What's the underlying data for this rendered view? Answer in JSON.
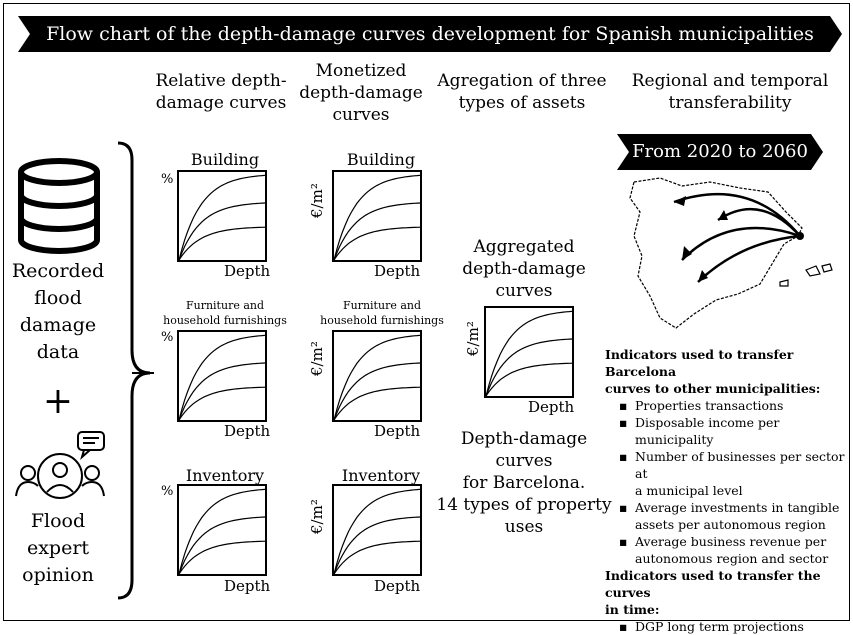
{
  "title": "Flow chart of the depth-damage curves development for Spanish municipalities",
  "columns": {
    "relative": "Relative depth-\ndamage curves",
    "monetized": "Monetized\ndepth-damage\ncurves",
    "aggregation": "Agregation of three\ntypes of assets",
    "regional": "Regional and temporal\ntransferability"
  },
  "inputs": {
    "recorded": "Recorded\nflood\ndamage\ndata",
    "plus": "+",
    "expert": "Flood\nexpert\nopinion"
  },
  "panels": {
    "building": "Building",
    "furniture": "Furniture and\nhousehold furnishings",
    "inventory": "Inventory",
    "percent": "%",
    "euro_m2": "€/m²",
    "depth": "Depth"
  },
  "aggregated": {
    "label": "Aggregated\ndepth-damage\ncurves",
    "caption": "Depth-damage curves\nfor Barcelona.\n14 types of property\nuses"
  },
  "transfer_period": "From 2020 to 2060",
  "indicators": {
    "spatial_heading": "Indicators used to transfer Barcelona\ncurves to other municipalities:",
    "spatial_items": [
      "Properties transactions",
      "Disposable income per\nmunicipality",
      "Number of businesses per sector at\na municipal level",
      "Average investments in tangible\nassets per autonomous region",
      "Average business revenue per\nautonomous region and sector"
    ],
    "temporal_heading": "Indicators used to transfer the curves\nin time:",
    "temporal_items": [
      "DGP long term projections"
    ]
  },
  "colors": {
    "banner": "#000000",
    "ink": "#000000",
    "background": "#ffffff"
  },
  "icons": [
    "database-icon",
    "people-chat-icon",
    "bracket-icon",
    "spain-map-icon",
    "arrow-icon"
  ]
}
